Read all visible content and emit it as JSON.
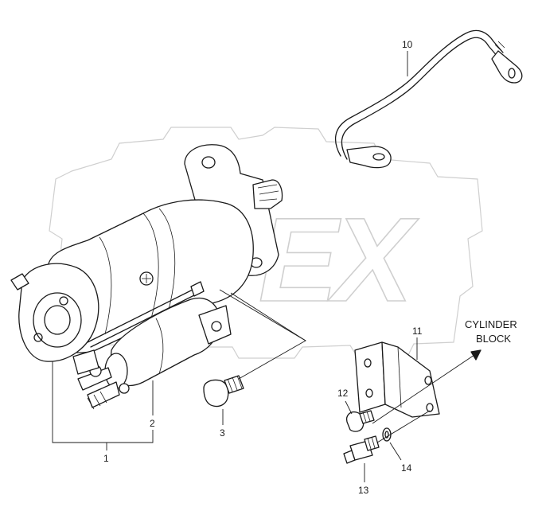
{
  "watermark": {
    "text": "OPEX",
    "color": "#cccccc"
  },
  "labels": {
    "p1": "1",
    "p2": "2",
    "p3": "3",
    "p10": "10",
    "p11": "11",
    "p12": "12",
    "p13": "13",
    "p14": "14"
  },
  "destination": {
    "line1": "CYLINDER",
    "line2": "BLOCK"
  },
  "colors": {
    "ink": "#1a1a1a",
    "watermark": "#cccccc",
    "background": "#ffffff"
  }
}
